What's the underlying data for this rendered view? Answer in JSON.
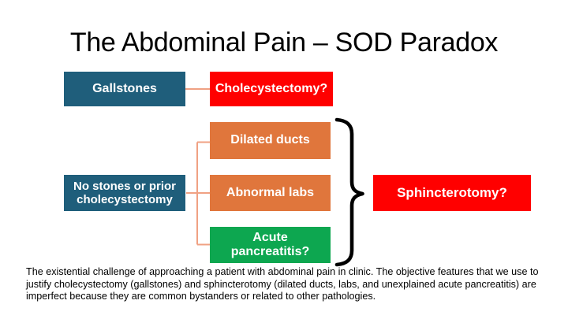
{
  "slide": {
    "title": "The Abdominal Pain – SOD Paradox",
    "footer": "The existential challenge of approaching a patient with abdominal pain in clinic. The objective features that we use to justify cholecystectomy (gallstones) and sphincterotomy (dilated ducts, labs, and unexplained acute pancreatitis) are imperfect because they are common bystanders or related to other pathologies."
  },
  "boxes": {
    "gallstones": {
      "label": "Gallstones",
      "color": "teal"
    },
    "cholecystectomy": {
      "label": "Cholecystectomy?",
      "color": "red"
    },
    "dilated_ducts": {
      "label": "Dilated ducts",
      "color": "orange"
    },
    "no_stones": {
      "label": "No stones or prior cholecystectomy",
      "color": "teal"
    },
    "abnormal_labs": {
      "label": "Abnormal labs",
      "color": "orange"
    },
    "acute_pancreatitis": {
      "label": "Acute pancreatitis?",
      "color": "green"
    },
    "sphincterotomy": {
      "label": "Sphincterotomy?",
      "color": "red"
    }
  },
  "colors": {
    "teal": "#1F5E7B",
    "red": "#FF0000",
    "orange": "#E0763C",
    "green": "#0DA750",
    "connector": "#F0A183",
    "brace": "#000000",
    "box_text": "#FFFFFF",
    "title_text": "#000000",
    "body_text": "#000000"
  }
}
